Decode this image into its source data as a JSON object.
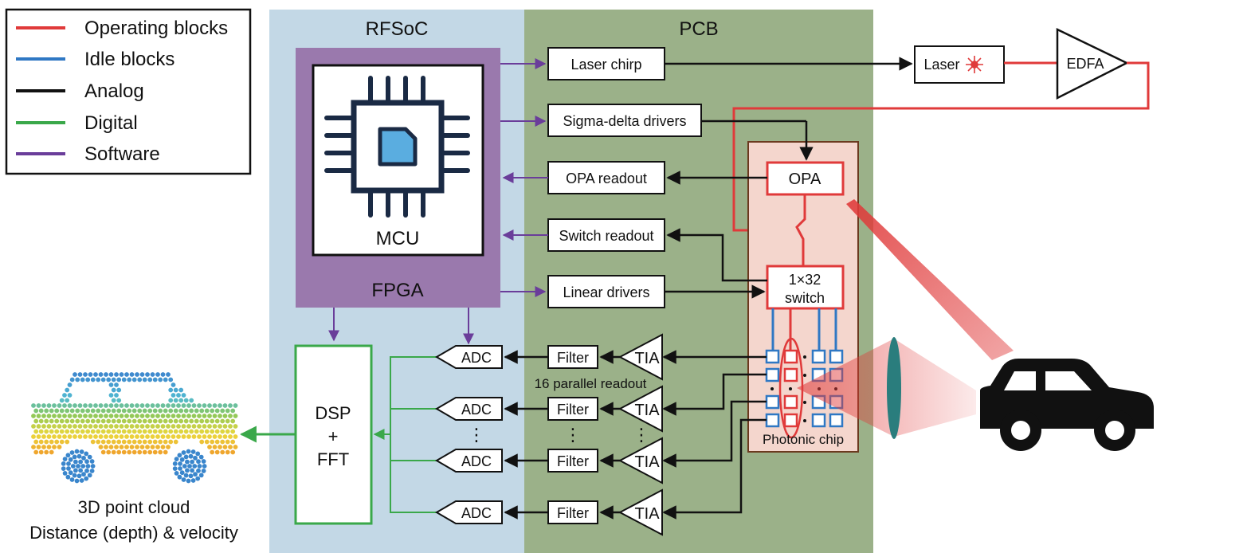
{
  "legend": [
    {
      "label": "Operating blocks",
      "color": "#e03a3a"
    },
    {
      "label": "Idle blocks",
      "color": "#2f78c4"
    },
    {
      "label": "Analog",
      "color": "#111111"
    },
    {
      "label": "Digital",
      "color": "#3aa84a"
    },
    {
      "label": "Software",
      "color": "#6a3d9a"
    }
  ],
  "regions": {
    "rfsoc": "RFSoC",
    "pcb": "PCB",
    "fpga": "FPGA",
    "mcu": "MCU"
  },
  "blocks": {
    "laser_chirp": "Laser chirp",
    "sigma_delta": "Sigma-delta drivers",
    "opa_readout": "OPA readout",
    "switch_readout": "Switch readout",
    "linear_drivers": "Linear drivers",
    "laser": "Laser",
    "edfa": "EDFA",
    "opa": "OPA",
    "switch_line1": "1×32",
    "switch_line2": "switch",
    "dsp_line1": "DSP",
    "dsp_line2": "+",
    "dsp_line3": "FFT",
    "adc": "ADC",
    "filter": "Filter",
    "tia": "TIA",
    "parallel_readout": "16 parallel readout",
    "photonic_chip": "Photonic chip",
    "point_cloud_line1": "3D point cloud",
    "point_cloud_line2": "Distance (depth) & velocity",
    "ellipsis": "⋮"
  },
  "colors": {
    "rfsoc_bg": "#c3d8e6",
    "pcb_bg": "#9bb189",
    "fpga_bg": "#9a79ad",
    "chip_bg": "#f4d6cd",
    "operating": "#e03a3a",
    "idle": "#2f78c4",
    "digital": "#3aa84a",
    "software": "#6a3d9a",
    "mcu_core": "#5aade0",
    "lens": "#2a7d7d"
  }
}
